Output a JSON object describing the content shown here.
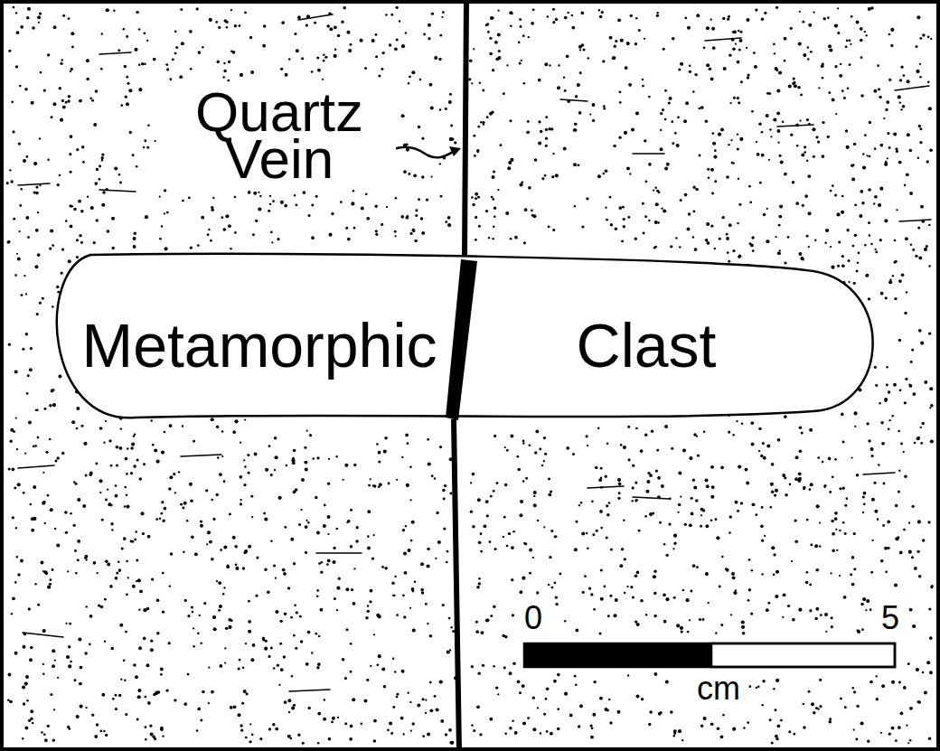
{
  "diagram": {
    "nodes": [
      {
        "text": [
          "Metamorphic",
          "Clast"
        ]
      }
    ],
    "labels": [
      "Quartz Vein",
      "0",
      "5",
      "cm"
    ]
  }
}
